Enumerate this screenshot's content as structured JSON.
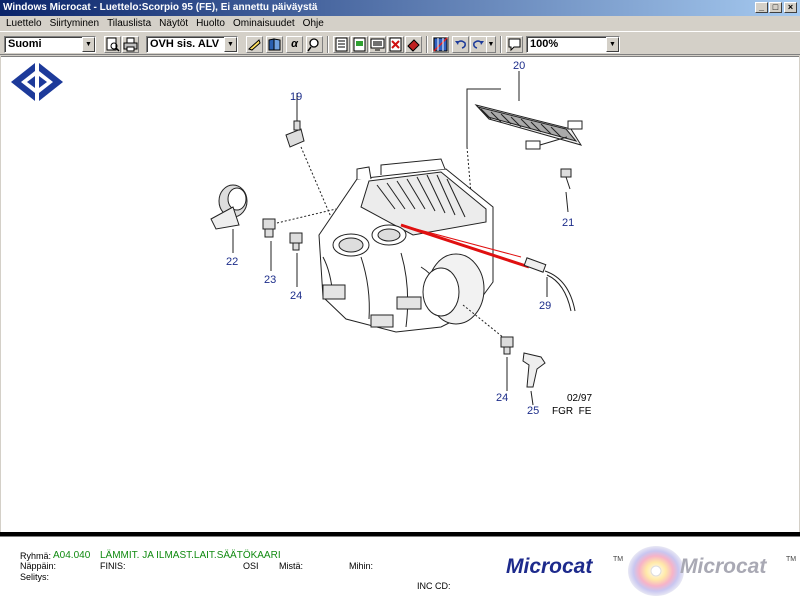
{
  "window": {
    "title": "Windows Microcat - Luettelo:Scorpio 95 (FE), Ei annettu päiväystä",
    "minimize_glyph": "_",
    "maximize_glyph": "□",
    "close_glyph": "×"
  },
  "menu": [
    "Luettelo",
    "Siirtyminen",
    "Tilauslista",
    "Näytöt",
    "Huolto",
    "Ominaisuudet",
    "Ohje"
  ],
  "toolbar": {
    "language": "Suomi",
    "price_mode": "OVH sis. ALV",
    "zoom": "100%",
    "icons": {
      "print_preview": "print-preview-icon",
      "printer": "printer-icon",
      "pointer": "pointer-icon",
      "book": "book-icon",
      "alpha": "α",
      "magnifier": "magnifier-icon",
      "list": "list-icon",
      "image": "image-icon",
      "screen": "screen-icon",
      "delete": "delete-icon",
      "erase": "erase-icon",
      "grid": "grid-icon",
      "undo": "undo-icon",
      "redo": "redo-icon",
      "note": "note-icon"
    }
  },
  "diagram": {
    "callouts": [
      "20",
      "19",
      "21",
      "22",
      "23",
      "24",
      "29",
      "24",
      "25"
    ],
    "date_code": "02/97",
    "market_code": "FGR  FE"
  },
  "status": {
    "ryhma_label": "Ryhmä:",
    "ryhma_code": "A04.040",
    "ryhma_desc": "LÄMMIT. JA ILMAST.LAIT.SÄÄTÖKAARI",
    "nappain_label": "Näppäin:",
    "finis_label": "FINIS:",
    "osi_label": "OSI",
    "mista_label": "Mistä:",
    "mihin_label": "Mihin:",
    "selitys_label": "Selitys:",
    "inc_cd_label": "INC CD:",
    "logo_left": "Microcat",
    "logo_right": "Microcat",
    "trademark": "TM"
  },
  "colors": {
    "title_start": "#0a246a",
    "title_end": "#a6caf0",
    "logo_blue": "#1d2a8c",
    "callout_blue": "#1c2d8a",
    "highlight_red": "#e01010",
    "status_green": "#108a10"
  }
}
